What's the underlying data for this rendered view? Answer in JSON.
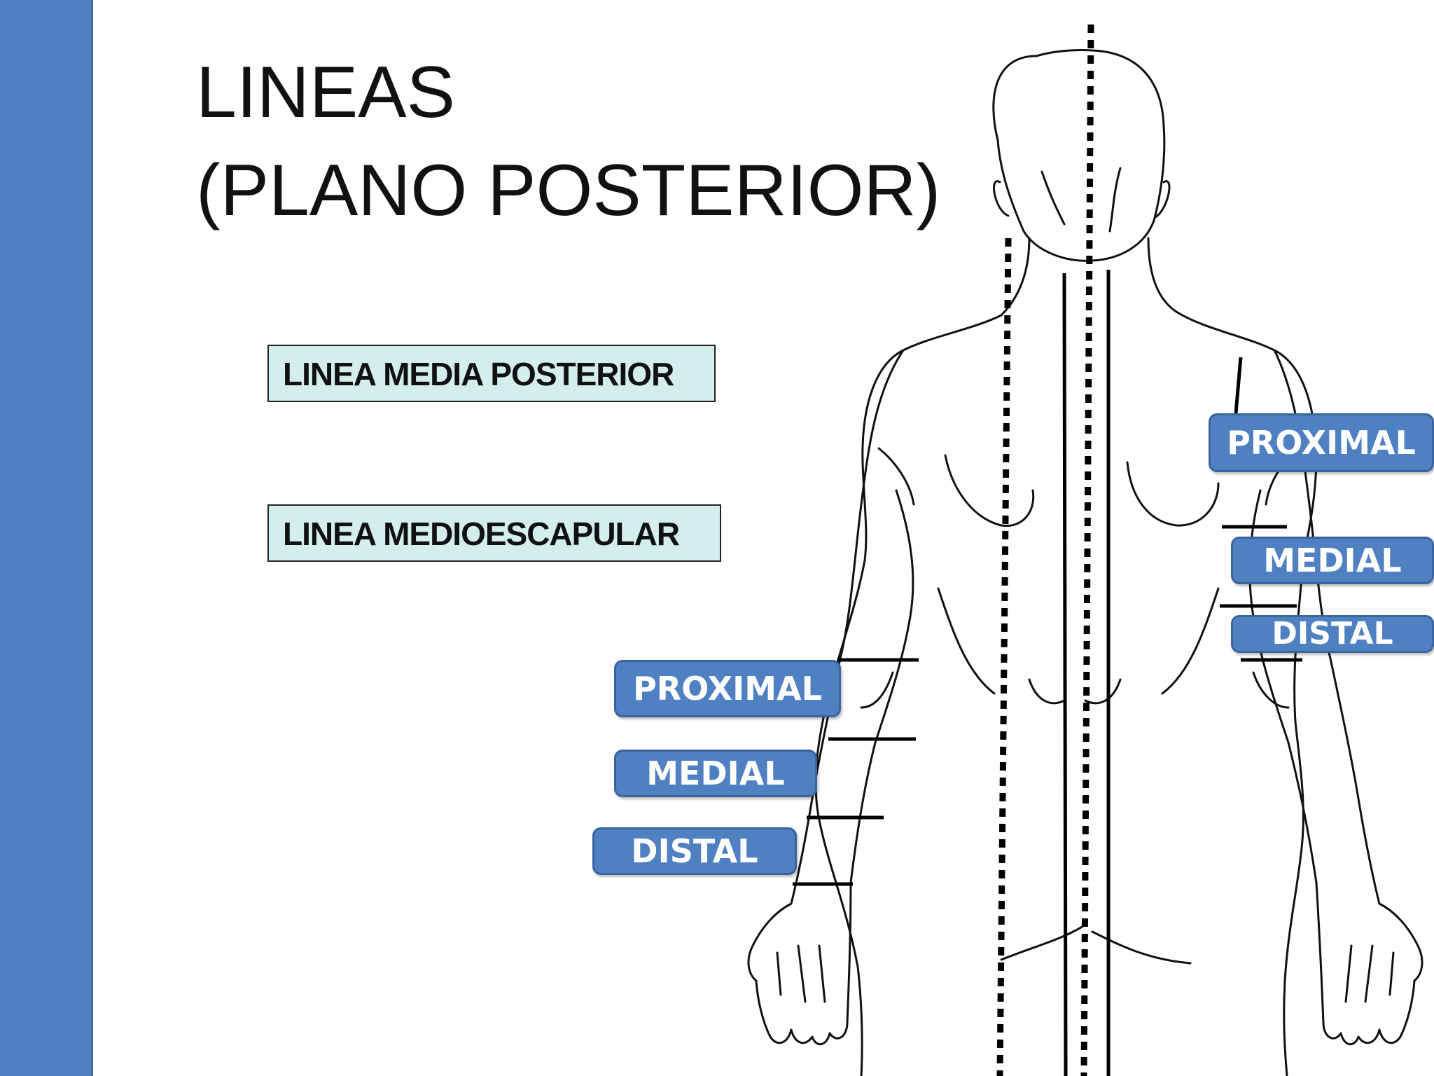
{
  "title": {
    "line1": "LINEAS",
    "line2": "(PLANO POSTERIOR)"
  },
  "line_labels": {
    "media_posterior": "LINEA MEDIA POSTERIOR",
    "medioescapular": "LINEA MEDIOESCAPULAR"
  },
  "forearm_labels": {
    "proximal": "PROXIMAL",
    "medial": "MEDIAL",
    "distal": "DISTAL"
  },
  "upper_arm_labels": {
    "proximal": "PROXIMAL",
    "medial": "MEDIAL",
    "distal": "DISTAL"
  },
  "colors": {
    "side_bar": "#4f7fc0",
    "label_box_fill": "#d4eded",
    "segment_label_fill": "#4f80c1"
  }
}
